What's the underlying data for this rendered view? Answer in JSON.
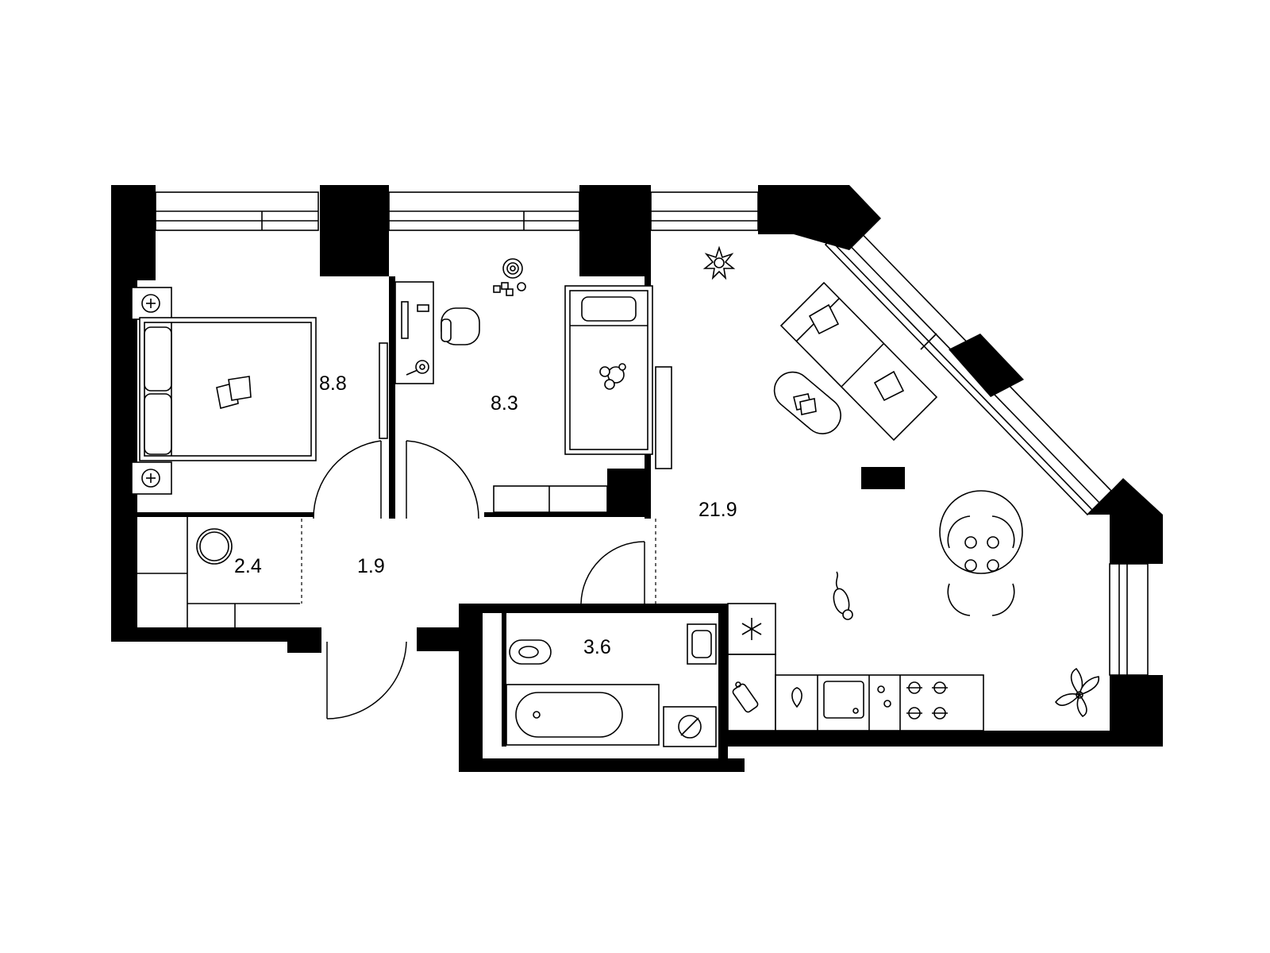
{
  "floor_plan": {
    "rooms": [
      {
        "id": "bedroom",
        "area": "8.8"
      },
      {
        "id": "kids_room",
        "area": "8.3"
      },
      {
        "id": "living_kitchen",
        "area": "21.9"
      },
      {
        "id": "wardrobe",
        "area": "2.4"
      },
      {
        "id": "hallway",
        "area": "1.9"
      },
      {
        "id": "bathroom",
        "area": "3.6"
      }
    ],
    "icons": [
      "double-bed-icon",
      "pillow-icon",
      "nightstand-lamp-icon",
      "desk-icon",
      "office-chair-icon",
      "desk-lamp-icon",
      "toys-icon",
      "single-bed-icon",
      "teddy-bear-icon",
      "wardrobe-icon",
      "round-rug-icon",
      "sofa-icon",
      "coffee-table-icon",
      "book-icon",
      "tv-icon",
      "dining-table-icon",
      "dining-chair-icon",
      "plate-icon",
      "cat-icon",
      "houseplant-icon",
      "star-rug-icon",
      "refrigerator-icon",
      "snowflake-icon",
      "cutting-board-icon",
      "kitchen-counter-icon",
      "sink-icon",
      "stove-icon",
      "bathtub-icon",
      "toilet-icon",
      "washbasin-icon",
      "washing-machine-icon",
      "door-swing-icon",
      "window-icon"
    ],
    "colors": {
      "walls": "#000000",
      "background": "#ffffff"
    }
  }
}
